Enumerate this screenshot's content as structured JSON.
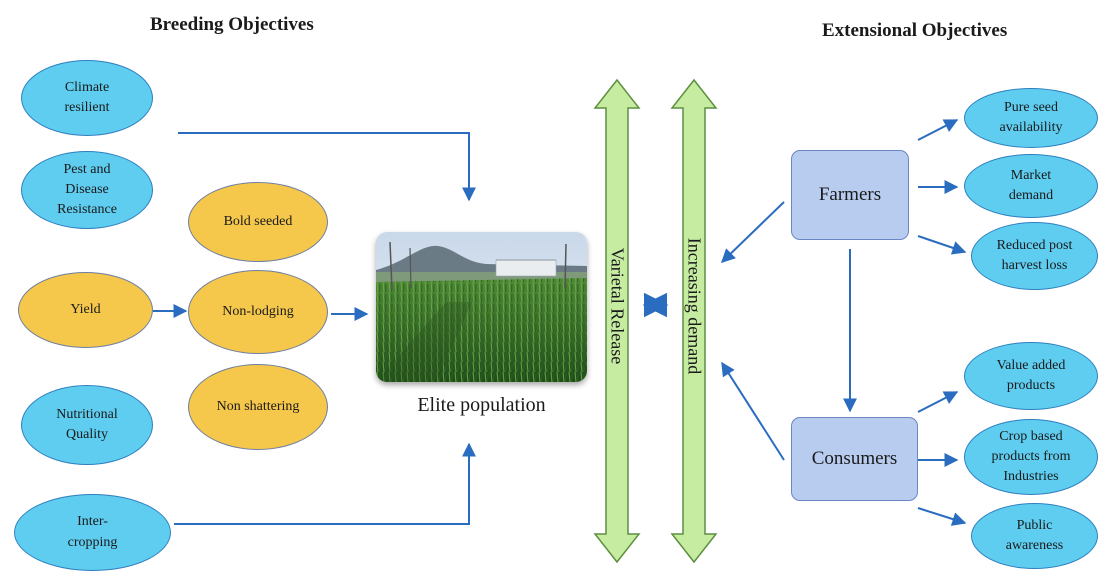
{
  "headings": {
    "breeding": "Breeding Objectives",
    "extensional": "Extensional Objectives"
  },
  "breeding_objectives": {
    "climate": "Climate\nresilient",
    "pest": "Pest and\nDisease\nResistance",
    "yield": "Yield",
    "nutrition": "Nutritional\nQuality",
    "intercropping": "Inter-\ncropping"
  },
  "yield_traits": {
    "bold": "Bold seeded",
    "lodging": "Non-lodging",
    "shattering": "Non shattering"
  },
  "center": {
    "caption": "Elite population",
    "arrow_left": "Varietal Release",
    "arrow_right": "Increasing demand"
  },
  "stakeholders": {
    "farmers": "Farmers",
    "consumers": "Consumers"
  },
  "farmer_outcomes": {
    "seed": "Pure seed\navailability",
    "market": "Market\ndemand",
    "loss": "Reduced post\nharvest loss"
  },
  "consumer_outcomes": {
    "value": "Value added\nproducts",
    "crop": "Crop based\nproducts from\nIndustries",
    "public": "Public\nawareness"
  },
  "colors": {
    "objective_fill": "#5ecdf0",
    "trait_fill": "#f5c74a",
    "stakeholder_fill": "#b8ccf0",
    "arrow_fill": "#c6eca2",
    "connector": "#2a6cbf"
  }
}
